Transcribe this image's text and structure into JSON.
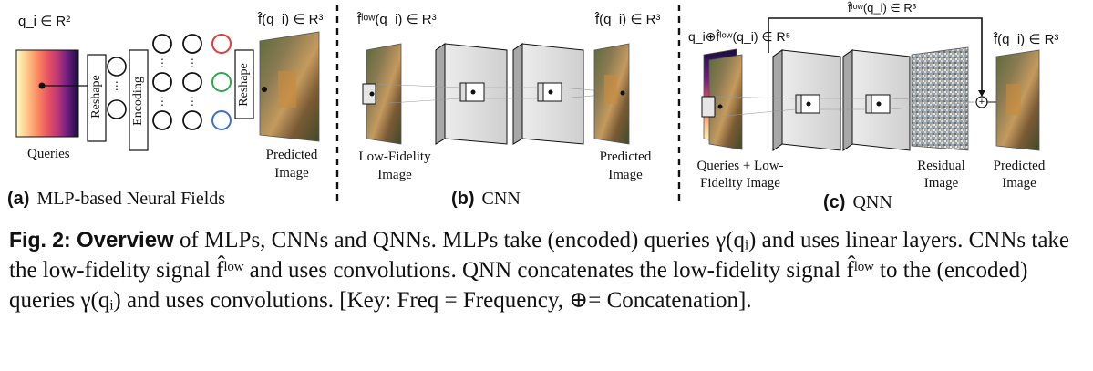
{
  "panel_a": {
    "top_left_label": "q_i ∈ R²",
    "top_right_label": "f̂(q_i) ∈ R³",
    "queries_label": "Queries",
    "reshape_label": "Reshape",
    "encoding_label": "Encoding",
    "predicted_label": "Predicted Image",
    "subcaption_letter": "(a)",
    "subcaption_text": "MLP-based Neural Fields"
  },
  "panel_b": {
    "top_left_label": "f̂ˡᵒʷ(q_i) ∈ R³",
    "top_right_label": "f̂(q_i) ∈ R³",
    "low_fidelity_label": "Low-Fidelity Image",
    "predicted_label": "Predicted Image",
    "subcaption_letter": "(b)",
    "subcaption_text": "CNN"
  },
  "panel_c": {
    "top_left_label": "q_i⊕f̂ˡᵒʷ(q_i) ∈ R⁵",
    "skip_label": "f̂ˡᵒʷ(q_i) ∈ R³",
    "top_right_label": "f̂(q_i) ∈ R³",
    "queries_low_label": "Queries + Low-Fidelity Image",
    "residual_label": "Residual Image",
    "predicted_label": "Predicted Image",
    "plus_symbol": "+",
    "subcaption_letter": "(c)",
    "subcaption_text": "QNN"
  },
  "caption": {
    "fig_label": "Fig. 2:",
    "bold_title": "Overview",
    "body": "of MLPs, CNNs and QNNs. MLPs take (encoded) queries γ(qᵢ) and uses linear layers. CNNs take the low-fidelity signal f̂ˡᵒʷ and uses convolutions. QNN concatenates the low-fidelity signal f̂ˡᵒʷ to the (encoded) queries γ(qᵢ) and uses convolutions. [Key: Freq = Frequency, ⊕= Concatenation]."
  },
  "colors": {
    "node_red": "#e53935",
    "node_green": "#2ea84a",
    "node_blue": "#3b6fd6",
    "slab_face": "#d9d9d9",
    "slab_side": "#a8a8a8"
  }
}
